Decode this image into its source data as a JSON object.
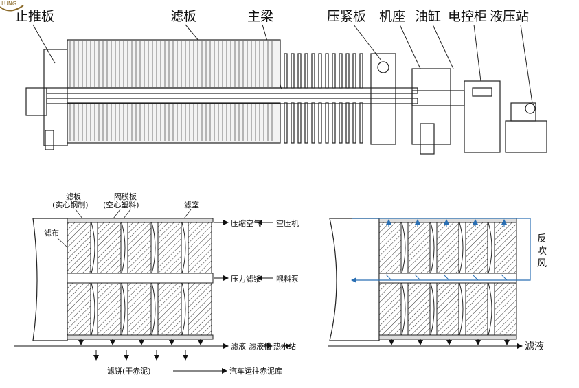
{
  "logo": {
    "text": "LUNG"
  },
  "machine_labels": {
    "stop_plate": "止推板",
    "filter_plate": "滤板",
    "main_beam": "主梁",
    "press_plate": "压紧板",
    "machine_base": "机座",
    "oil_cylinder": "油缸",
    "control_cabinet": "电控柜",
    "hydraulic_station": "液压站"
  },
  "process_left": {
    "filter_plate_label": "滤板",
    "filter_plate_sub": "(实心钢制)",
    "diaphragm_label": "隔膜板",
    "diaphragm_sub": "(空心塑料)",
    "chamber_label": "滤室",
    "filter_cloth": "滤布",
    "compressed_air": "压缩空气",
    "air_compressor": "空压机",
    "pressure_slurry": "压力滤浆",
    "feed_pump": "喂料泵",
    "filtrate": "滤液",
    "filtrate_tank": "滤液槽",
    "hot_water_station": "热水站",
    "filter_cake": "滤饼(干赤泥)",
    "truck_transport": "汽车运往赤泥库"
  },
  "process_right": {
    "back_blow_1": "反",
    "back_blow_2": "吹",
    "back_blow_3": "风",
    "filtrate": "滤液"
  }
}
